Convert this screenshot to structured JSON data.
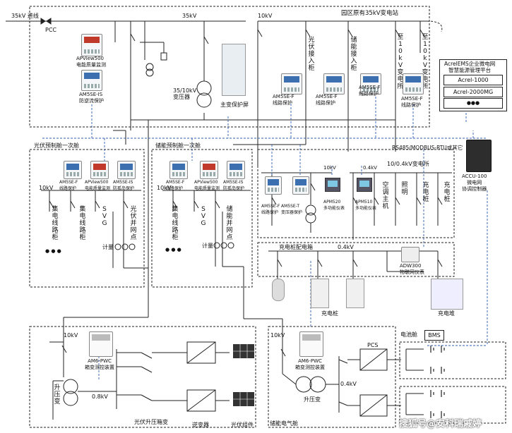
{
  "labels": {
    "incoming_35kv": "35kV 进线",
    "pcc": "PCC",
    "bus_35kv": "35kV",
    "bus_10kv_top": "10kV",
    "substation_title": "园区原有35kV变电站",
    "apview_top": "APView500\n电能质量监测",
    "am5se_is_top": "AM5SE-IS\n防逆流保护",
    "transformer_35_10": "35/10kV\n变压器",
    "main_protection": "主变保护屏",
    "pv_access_cab": "光伏接入柜",
    "es_access_cab": "储能接入柜",
    "to_10kv_sub_1": "至10kV变电所",
    "to_10kv_sub_2": "至10kV变电所",
    "line_prot_1": "AM5SE-F\n线路保护",
    "line_prot_2": "AM5SE-F\n线路保护",
    "line_prot_3": "AM5SE-F\n线路保护",
    "line_prot_4": "AM5SE-F\n线路保护",
    "platform_title": "AcrelEMS企业微电网\n智慧能源管理平台",
    "platform_item_1": "Acrel-1000",
    "platform_item_2": "Acrel-2000MG",
    "platform_dots": "●●●",
    "comm": "RS485/MODBUS-RTU或其它",
    "pv_cabin_title": "光伏预制舱一次舱",
    "es_cabin_title": "储能预制舱一次舱",
    "pv_dev_1": "AM5SE-F\n线路保护",
    "pv_dev_2": "APView500\n电能质量监测",
    "pv_dev_3": "AM5SE-IS\n防孤岛保护",
    "es_dev_1": "AM5SE-F\n线路保护",
    "es_dev_2": "APView500\n电能质量监测",
    "es_dev_3": "AM5SE-IS\n防孤岛保护",
    "pv_10kv": "10kV",
    "es_10kv": "10kV",
    "collect_cab_1": "集电线路柜",
    "collect_cab_2": "集电线路柜",
    "svg_1": "SVG",
    "pv_grid_point": "光伏并网点",
    "collect_cab_3": "集电线路柜",
    "svg_2": "SVG",
    "es_grid_point": "储能并网点",
    "metering_1": "计量",
    "metering_2": "计量",
    "dots_1": "●  ●  ●",
    "dots_2": "●  ●  ●",
    "accu": "ACCU-100\n微电网\n协调控制器",
    "sub_10_04": "10/0.4kV变电所",
    "sub_10kv": "10kV",
    "sub_04kv": "0.4kV",
    "sub_line_prot": "AM5SE-F\n线路保护",
    "sub_tx_prot": "AM5SE-T\n变压器保护",
    "apm520": "APM520\n多功能仪表",
    "apm510": "APM510\n多功能仪表",
    "ac_host": "空调主机",
    "lighting": "照明",
    "charging_pile_1": "充电桩",
    "charging_pile_2": "充电桩",
    "charge_box": "充电桩配电箱",
    "box_04kv": "0.4kV",
    "adw300": "ADW300\n物联网仪表",
    "charging_pile_label": "充电桩",
    "charging_stack": "充电堆",
    "pv_box_10kv": "10kV",
    "pv_box_am6": "AM6-PWC\n箱变测控装置",
    "step_up": "升压变",
    "pv_box_08kv": "0.8kV",
    "pv_box_title": "光伏升压箱变",
    "inverter": "逆变器",
    "pv_module": "光伏组件",
    "es_elec_10kv": "10kV",
    "es_elec_am6": "AM6-PWC\n箱变测控装置",
    "es_step_up": "升压变",
    "es_04kv": "0.4kV",
    "pcs": "PCS",
    "es_elec_title": "储能电气舱",
    "battery_cabin": "电池舱",
    "bms": "BMS",
    "watermark": "搜狐号@安科瑞戚婷"
  },
  "colors": {
    "line": "#222222",
    "dashed_comm": "#2f5fb3",
    "device_screen": "#3b6fb0"
  }
}
